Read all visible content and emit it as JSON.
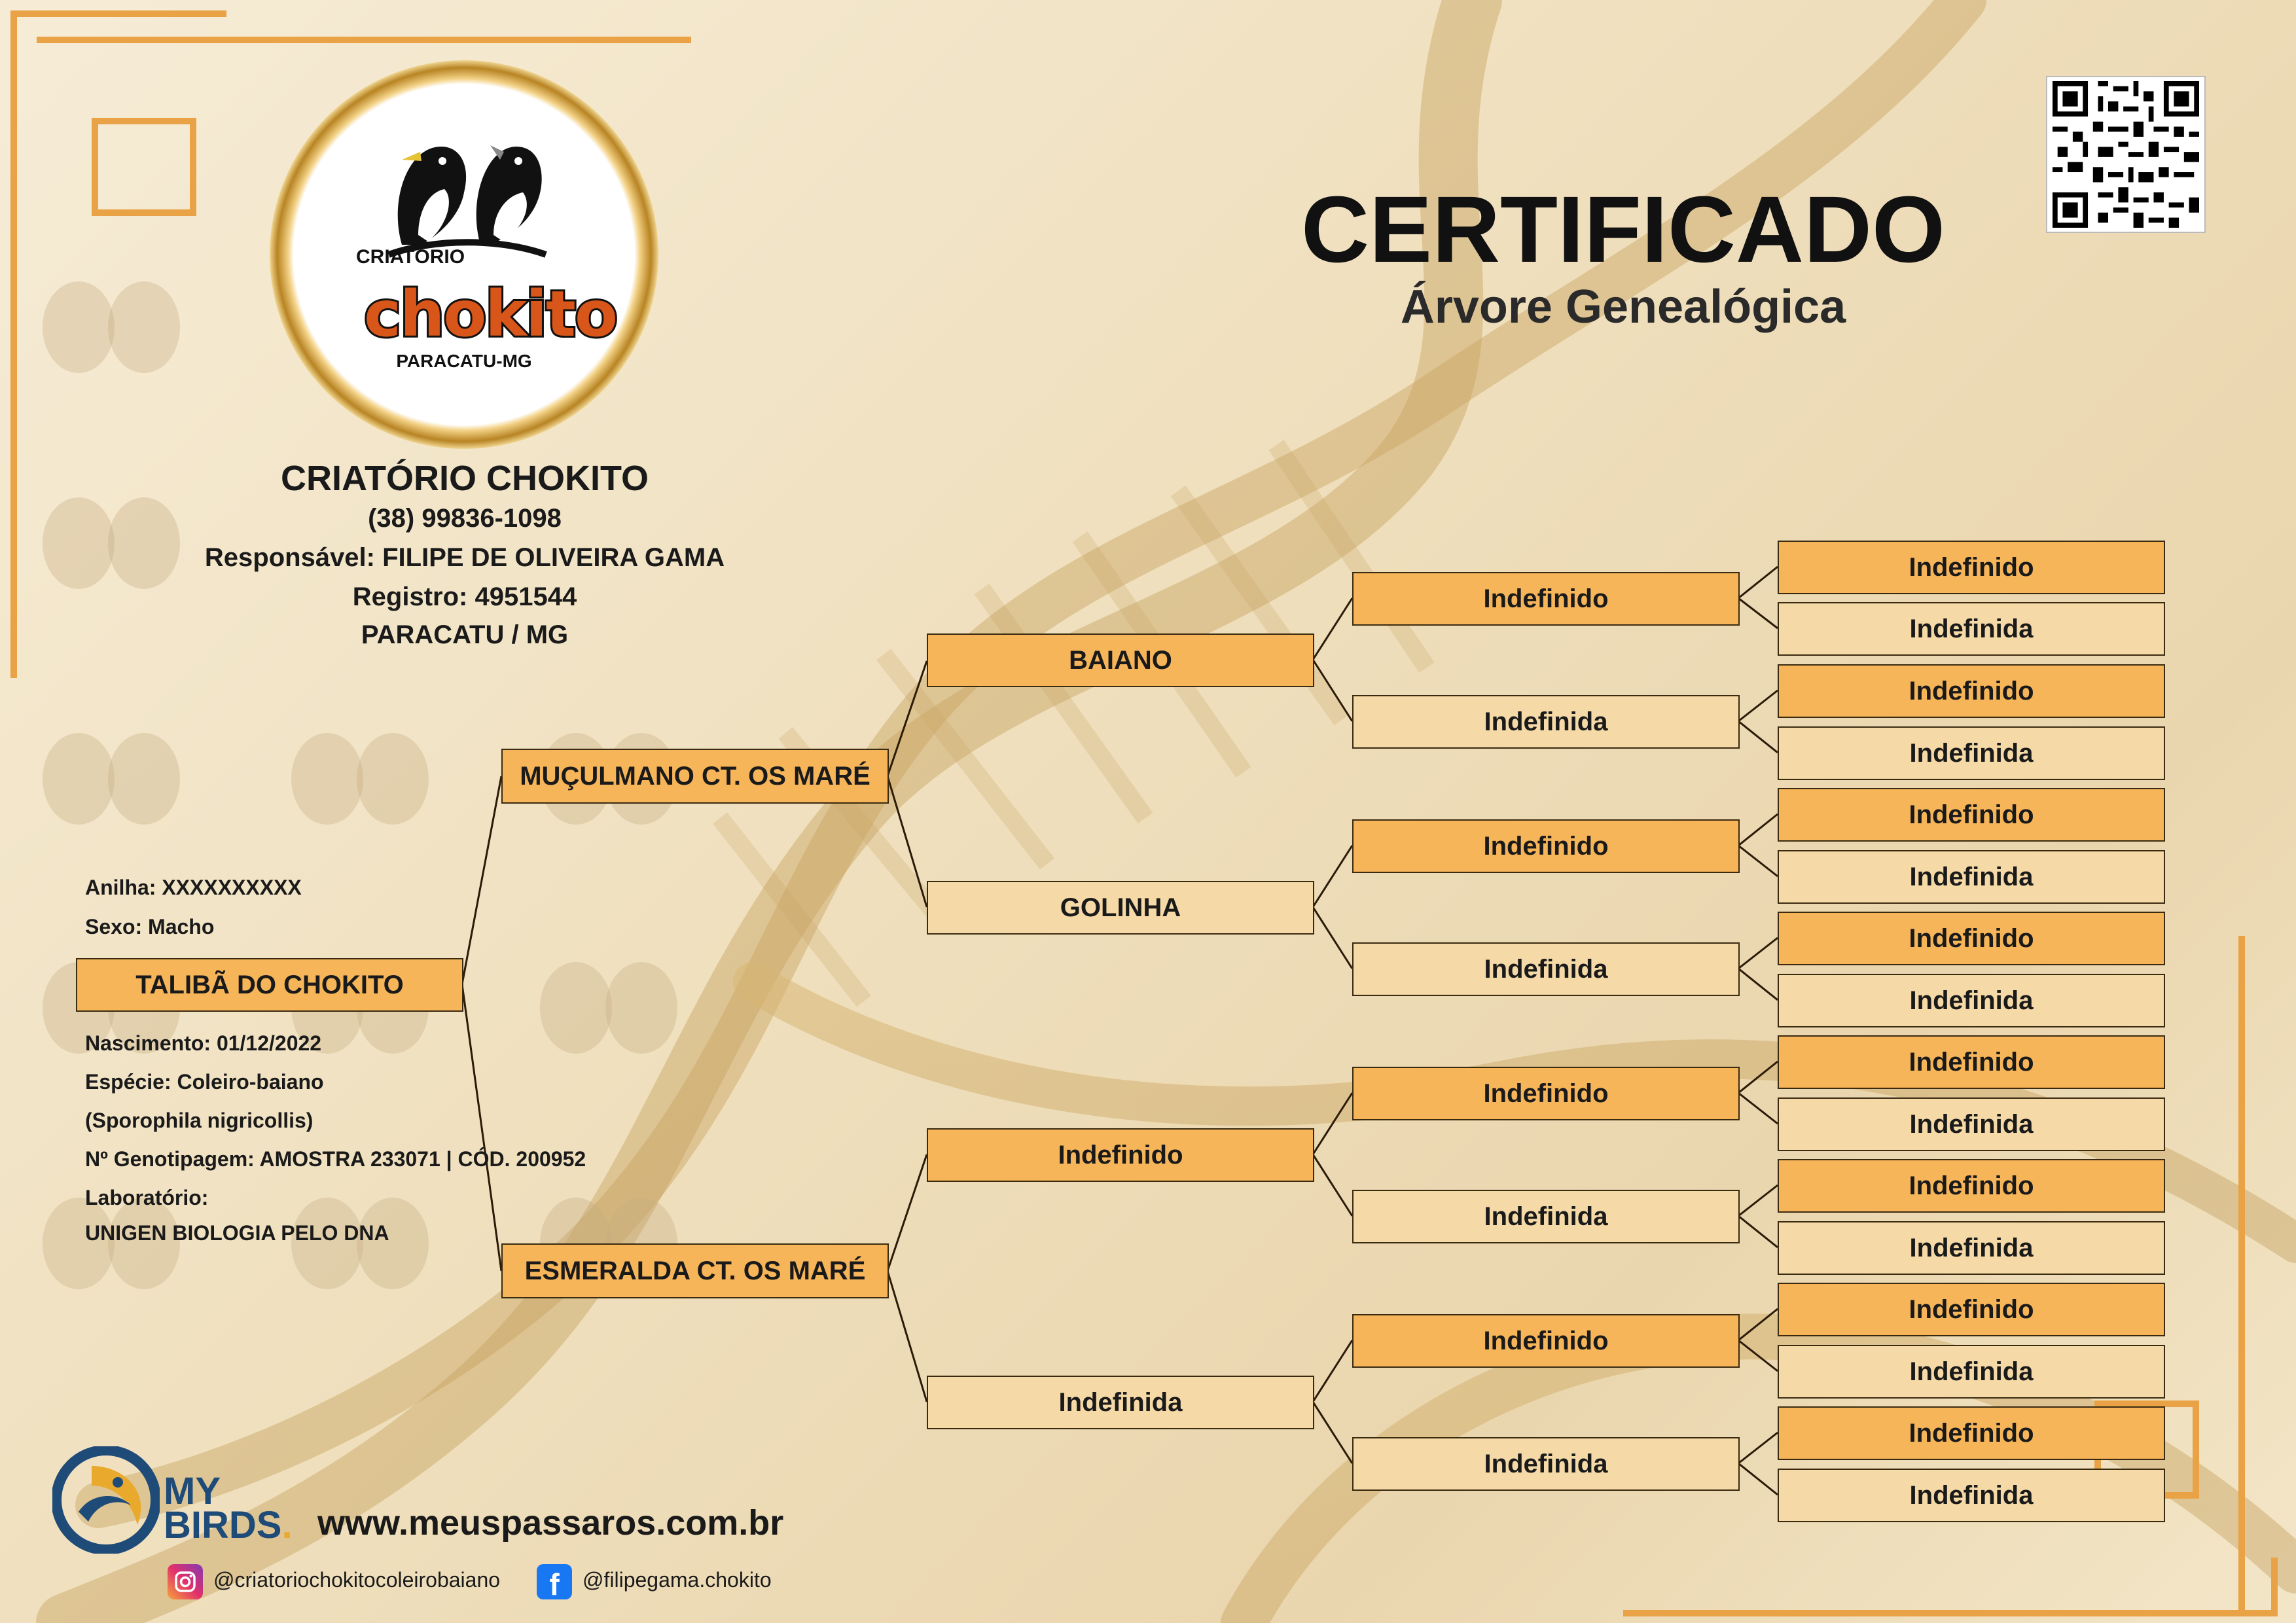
{
  "header": {
    "title": "CERTIFICADO",
    "subtitle": "Árvore Genealógica"
  },
  "logo": {
    "top_text": "CRIATÓRIO",
    "brand": "chokito",
    "bottom_text": "PARACATU-MG"
  },
  "breeder": {
    "name": "CRIATÓRIO CHOKITO",
    "phone": "(38) 99836-1098",
    "responsible": "Responsável: FILIPE DE OLIVEIRA GAMA",
    "registry": "Registro: 4951544",
    "location": "PARACATU / MG"
  },
  "bird": {
    "name": "TALIBÃ DO CHOKITO",
    "ring": "Anilha: XXXXXXXXXX",
    "sex": "Sexo: Macho",
    "birth": "Nascimento: 01/12/2022",
    "species": "Espécie: Coleiro-baiano",
    "scientific": "(Sporophila nigricollis)",
    "genotyping": "Nº Genotipagem: AMOSTRA 233071 | CÓD. 200952",
    "lab_label": "Laboratório:",
    "lab": "UNIGEN BIOLOGIA PELO DNA"
  },
  "pedigree": {
    "parents": [
      "MUÇULMANO CT. OS MARÉ",
      "ESMERALDA CT. OS MARÉ"
    ],
    "grandparents": [
      "BAIANO",
      "GOLINHA",
      "Indefinido",
      "Indefinida"
    ],
    "great_grandparents": [
      "Indefinido",
      "Indefinida",
      "Indefinido",
      "Indefinida",
      "Indefinido",
      "Indefinida",
      "Indefinido",
      "Indefinida"
    ],
    "great_great_grandparents": [
      "Indefinido",
      "Indefinida",
      "Indefinido",
      "Indefinida",
      "Indefinido",
      "Indefinida",
      "Indefinido",
      "Indefinida",
      "Indefinido",
      "Indefinida",
      "Indefinido",
      "Indefinida",
      "Indefinido",
      "Indefinida",
      "Indefinido",
      "Indefinida"
    ]
  },
  "footer": {
    "brand_line1": "MY",
    "brand_line2": "BIRDS",
    "website": "www.meuspassaros.com.br",
    "instagram": "@criatoriochokitocoleirobaiano",
    "facebook": "@filipegama.chokito"
  },
  "colors": {
    "male_box": "#f7b55a",
    "female_box": "#f5d9a6",
    "frame_orange": "#e9a346",
    "brand_orange": "#d8561a",
    "mybirds_blue": "#1e4b78"
  }
}
